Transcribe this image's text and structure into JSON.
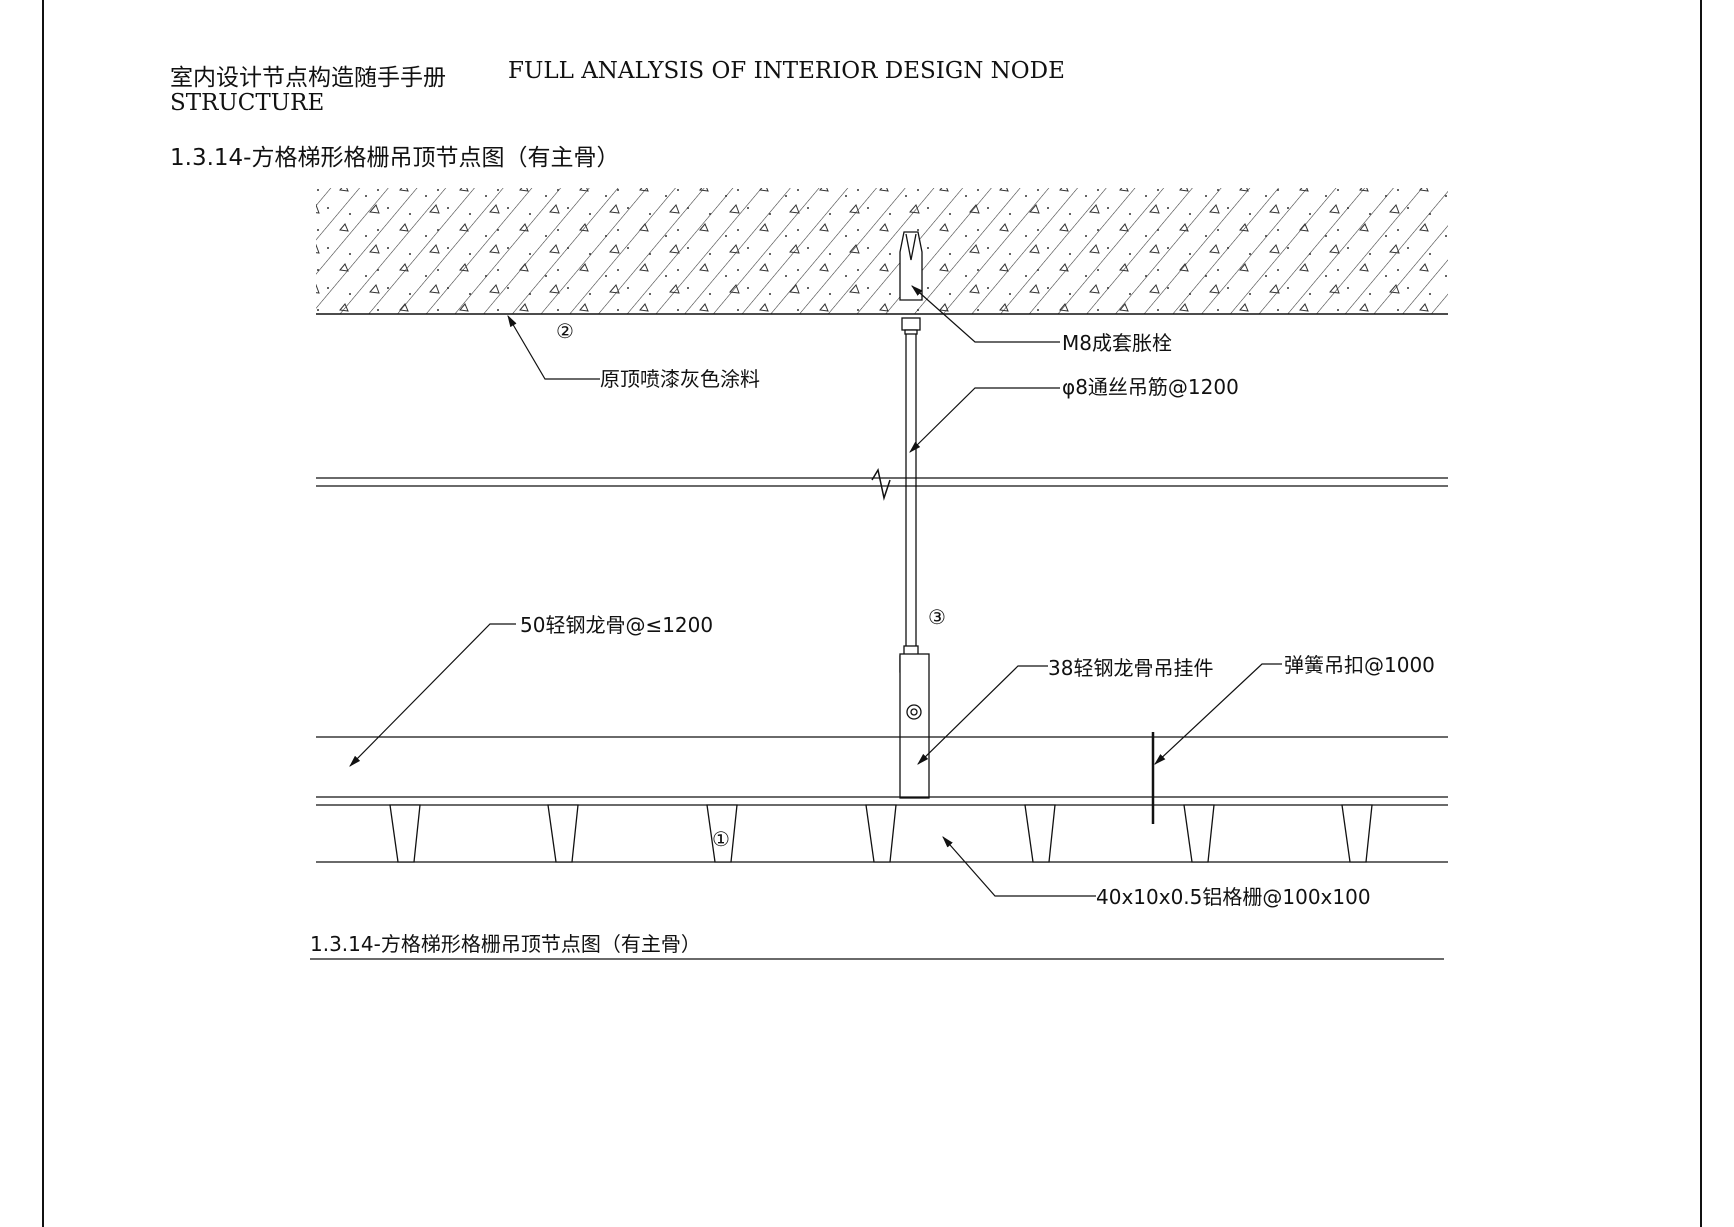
{
  "header": {
    "title_cn": "室内设计节点构造随手手册",
    "title_en": "FULL ANALYSIS OF INTERIOR DESIGN NODE",
    "title_en2": "STRUCTURE"
  },
  "section_title": "1.3.14-方格梯形格栅吊顶节点图（有主骨）",
  "labels": {
    "anchor": "M8成套胀栓",
    "rod": "φ8通丝吊筋@1200",
    "paint": "原顶喷漆灰色涂料",
    "main_keel": "50轻钢龙骨@≤1200",
    "hanger": "38轻钢龙骨吊挂件",
    "spring": "弹簧吊扣@1000",
    "grille": "40x10x0.5铝格栅@100x100"
  },
  "markers": {
    "m1": "①",
    "m2": "②",
    "m3": "③"
  },
  "caption": "1.3.14-方格梯形格栅吊顶节点图（有主骨）"
}
